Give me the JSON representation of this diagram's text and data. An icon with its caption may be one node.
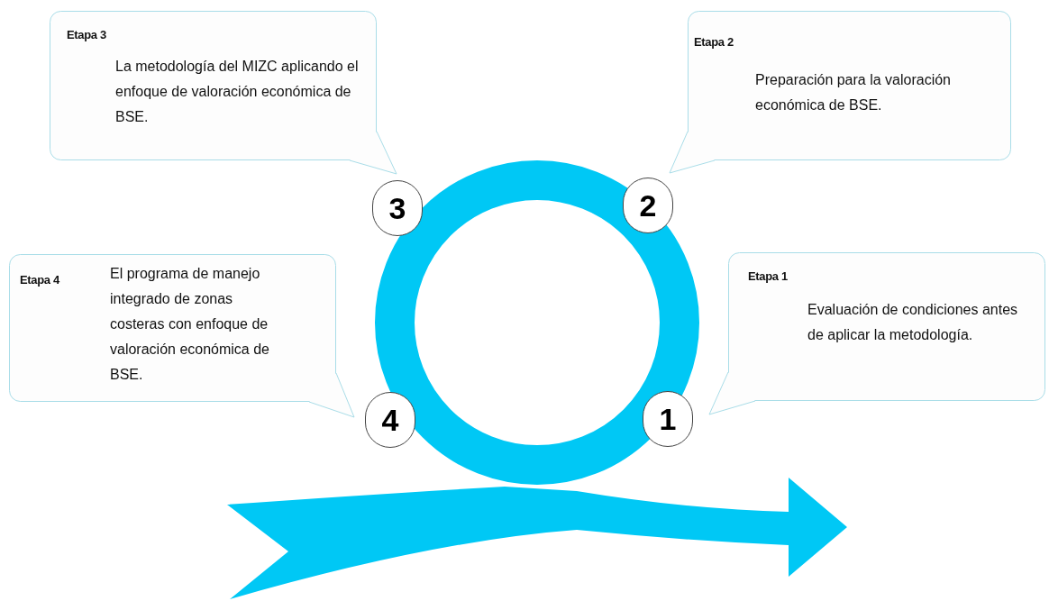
{
  "diagram": {
    "nodes": [
      {
        "text": [
          "Etapa 3",
          "La metodología del MIZC aplicando el enfoque de valoración económica de BSE."
        ]
      },
      {
        "text": [
          "Etapa 2",
          "Preparación para la valoración económica de BSE."
        ]
      },
      {
        "text": [
          "3"
        ]
      },
      {
        "text": [
          "2"
        ]
      },
      {
        "text": [
          "Etapa 4",
          "El programa de manejo integrado de zonas costeras con enfoque de valoración económica de BSE."
        ]
      },
      {
        "text": [
          "Etapa 1",
          "Evaluación de condiciones antes de aplicar la metodología."
        ]
      },
      {
        "text": [
          "4"
        ]
      },
      {
        "text": [
          "1"
        ]
      }
    ]
  }
}
